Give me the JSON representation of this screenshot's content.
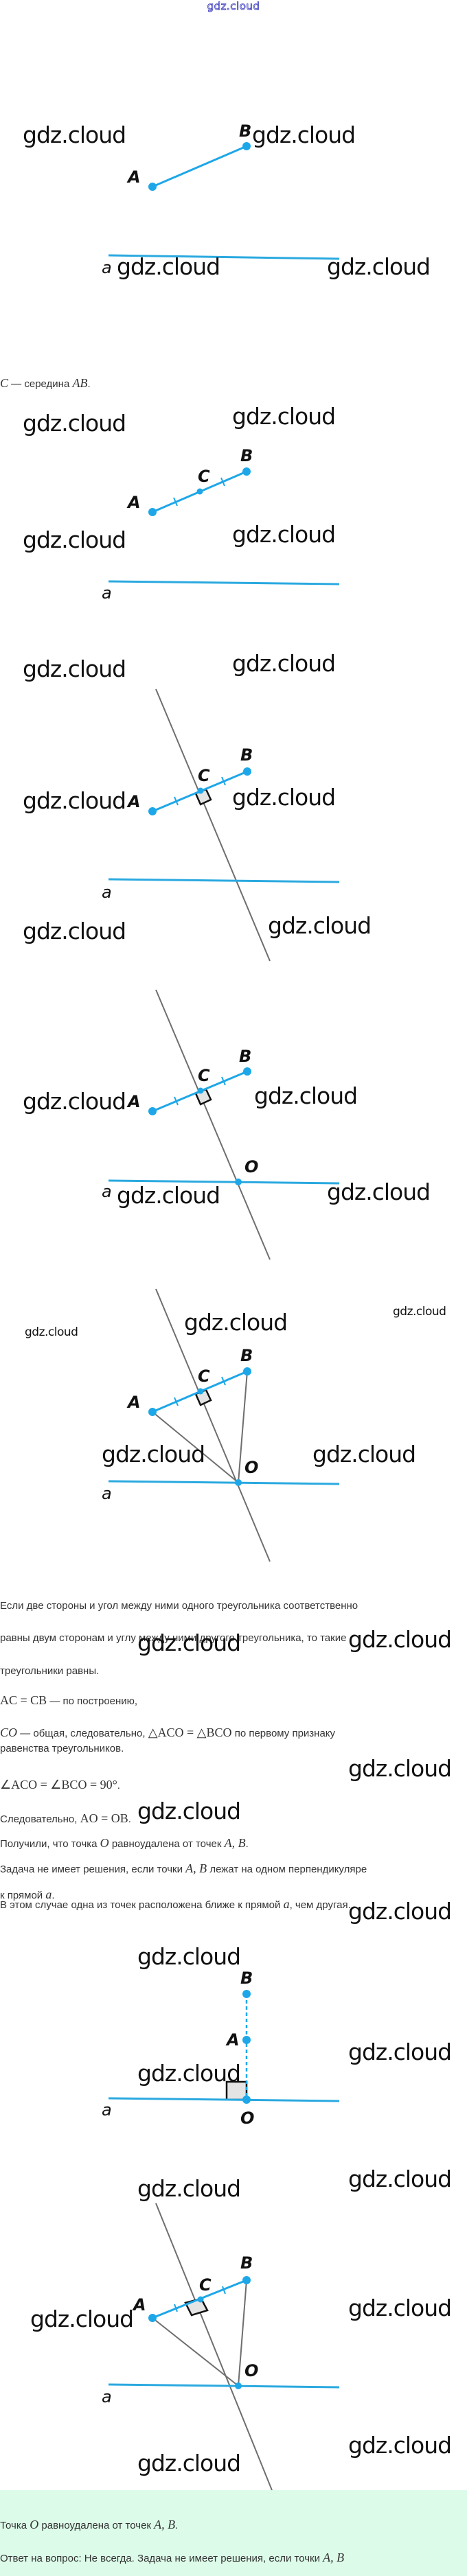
{
  "header": {
    "site_link": "gdz.cloud"
  },
  "watermark": "gdz.cloud",
  "labels": {
    "A": "A",
    "B": "B",
    "C": "C",
    "O": "O",
    "line_a": "a"
  },
  "colors": {
    "segment": "#1ea7e8",
    "line_a": "#2aa9e0",
    "gray_line": "#6e6e6e",
    "answer_bg": "#dcfbe9",
    "link": "#3333bb"
  },
  "text": {
    "midpoint": {
      "math1": "C",
      "dash": " — середина ",
      "math2": "AB",
      "end": "."
    },
    "theorem": [
      "Если две стороны и угол между ними одного треугольника соответственно",
      "равны двум сторонам и углу между ними другого треугольника, то такие",
      "треугольники равны."
    ],
    "ac_cb": {
      "math": "AC = CB",
      "rest": " — по построению,"
    },
    "co": {
      "math1": "CO",
      "rest1": " — общая, следовательно, ",
      "math2": "△ACO = △BCO",
      "rest2": " по первому признаку"
    },
    "co_line2": "равенства треугольников.",
    "angles": {
      "math": "∠ACO = ∠BCO = 90°",
      "end": "."
    },
    "therefore": {
      "rest": "Следовательно, ",
      "math": "AO = OB",
      "end": "."
    },
    "got": {
      "t1": "Получили, что точка ",
      "m1": "O",
      "t2": " равноудалена от точек ",
      "m2": "A,  B",
      "end": "."
    },
    "no_solution": {
      "t1": "Задача не имеет решения, если точки ",
      "m1": "A,  B",
      "t2": " лежат на одном перпендикуляре"
    },
    "no_solution_line2": {
      "t1": "к прямой ",
      "m1": "a",
      "end": "."
    },
    "case": {
      "t1": "В этом случае одна из точек расположена ближе к прямой ",
      "m1": "a",
      "t2": ", чем другая."
    }
  },
  "answer": {
    "line1": {
      "t1": "Точка ",
      "m1": "O",
      "t2": " равноудалена от точек ",
      "m2": "A,  B",
      "end": "."
    },
    "line2": {
      "t1": "Ответ на вопрос: Не всегда. Задача не имеет решения, если точки ",
      "m1": "A,  B"
    }
  }
}
